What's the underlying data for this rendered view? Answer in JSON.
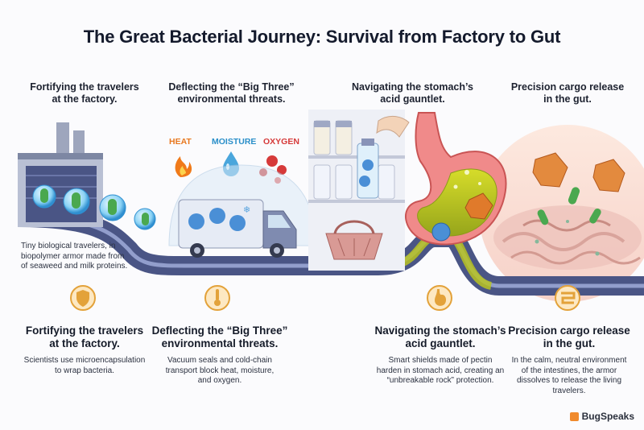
{
  "title": "The Great Bacterial Journey: Survival from Factory to Gut",
  "stages": [
    {
      "top_caption": "Fortifying the travelers\nat the factory.",
      "heading": "Fortifying the travelers\nat the factory.",
      "description": "Scientists use microencapsulation\nto wrap bacteria.",
      "icon": "shield-icon"
    },
    {
      "top_caption": "Deflecting the “Big Three”\nenvironmental threats.",
      "heading": "Deflecting the “Big Three”\nenvironmental threats.",
      "description": "Vacuum seals and cold-chain\ntransport block heat, moisture,\nand oxygen.",
      "icon": "thermometer-icon"
    },
    {
      "top_caption": "Navigating the stomach’s\nacid gauntlet.",
      "heading": "Navigating the stomach’s\nacid gauntlet.",
      "description": "Smart shields made of pectin\nharden in stomach acid, creating an\n“unbreakable rock” protection.",
      "icon": "stomach-icon"
    },
    {
      "top_caption": "Precision cargo release\nin the gut.",
      "heading": "Precision cargo release\nin the gut.",
      "description": "In the calm, neutral environment\nof the intestines, the armor\ndissolves to release the living\ntravelers.",
      "icon": "intestine-icon"
    }
  ],
  "threats": [
    {
      "label": "HEAT",
      "color": "#e8781f",
      "icon": "flame-icon"
    },
    {
      "label": "MOISTURE",
      "color": "#2a8fc9",
      "icon": "water-drop-icon"
    },
    {
      "label": "OXYGEN",
      "color": "#d63a3a",
      "icon": "oxygen-molecule-icon"
    }
  ],
  "factory_note": "Tiny biological travelers, in\nbiopolymer armor made from\nof seaweed and milk proteins.",
  "brand": "BugSpeaks",
  "colors": {
    "road": "#4a5585",
    "road_light": "#9aa6d4",
    "acid": "#b9c321",
    "badge": "#e3a23a",
    "title": "#141a2c"
  }
}
